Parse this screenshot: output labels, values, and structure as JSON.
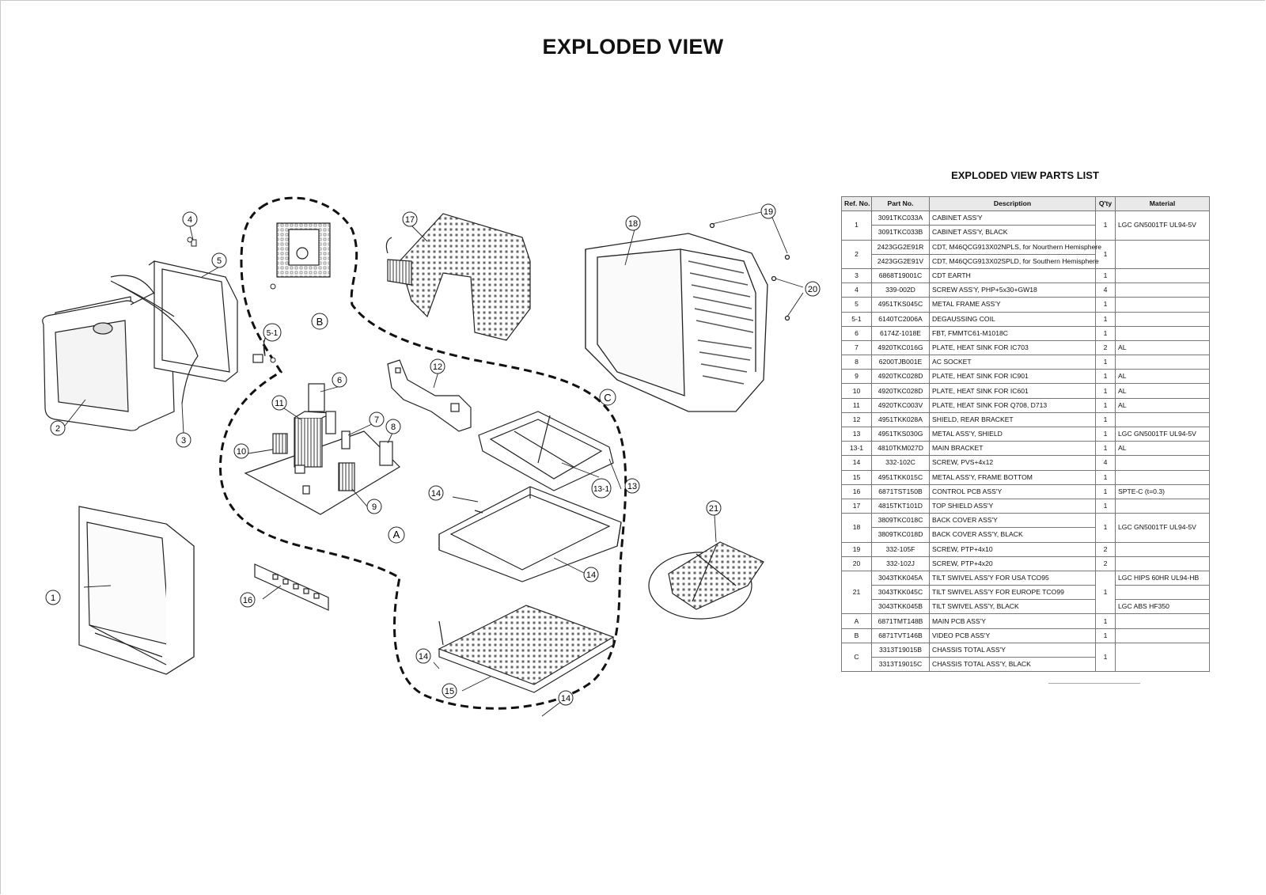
{
  "title": "EXPLODED VIEW",
  "parts_list": {
    "title": "EXPLODED VIEW PARTS LIST",
    "headers": {
      "ref": "Ref. No.",
      "part": "Part No.",
      "desc": "Description",
      "qty": "Q'ty",
      "material": "Material"
    },
    "groups": [
      {
        "ref": "1",
        "qty": "1",
        "material": "LGC GN5001TF     UL94-5V",
        "rows": [
          {
            "part": "3091TKC033A",
            "desc": "CABINET ASS'Y"
          },
          {
            "part": "3091TKC033B",
            "desc": "CABINET ASS'Y, BLACK"
          }
        ]
      },
      {
        "ref": "2",
        "qty": "1",
        "material": "",
        "rows": [
          {
            "part": "2423GG2E91R",
            "desc": "CDT, M46QCG913X02NPLS, for Nourthern Hemisphere"
          },
          {
            "part": "2423GG2E91V",
            "desc": "CDT, M46QCG913X02SPLD, for Southern Hemisphere"
          }
        ]
      },
      {
        "ref": "3",
        "qty": "1",
        "material": "",
        "rows": [
          {
            "part": "6868T19001C",
            "desc": "CDT EARTH"
          }
        ]
      },
      {
        "ref": "4",
        "qty": "4",
        "material": "",
        "rows": [
          {
            "part": "339-002D",
            "desc": "SCREW ASS'Y, PHP+5x30+GW18"
          }
        ]
      },
      {
        "ref": "5",
        "qty": "1",
        "material": "",
        "rows": [
          {
            "part": "4951TKS045C",
            "desc": "METAL FRAME ASS'Y"
          }
        ]
      },
      {
        "ref": "5-1",
        "qty": "1",
        "material": "",
        "rows": [
          {
            "part": "6140TC2006A",
            "desc": "DEGAUSSING COIL"
          }
        ]
      },
      {
        "ref": "6",
        "qty": "1",
        "material": "",
        "rows": [
          {
            "part": "6174Z-1018E",
            "desc": "FBT, FMMTC61-M1018C"
          }
        ]
      },
      {
        "ref": "7",
        "qty": "2",
        "material": "AL",
        "rows": [
          {
            "part": "4920TKC016G",
            "desc": "PLATE, HEAT SINK FOR IC703"
          }
        ]
      },
      {
        "ref": "8",
        "qty": "1",
        "material": "",
        "rows": [
          {
            "part": "6200TJB001E",
            "desc": "AC SOCKET"
          }
        ]
      },
      {
        "ref": "9",
        "qty": "1",
        "material": "AL",
        "rows": [
          {
            "part": "4920TKC028D",
            "desc": "PLATE, HEAT SINK FOR IC901"
          }
        ]
      },
      {
        "ref": "10",
        "qty": "1",
        "material": "AL",
        "rows": [
          {
            "part": "4920TKC028D",
            "desc": "PLATE, HEAT SINK FOR IC601"
          }
        ]
      },
      {
        "ref": "11",
        "qty": "1",
        "material": "AL",
        "rows": [
          {
            "part": "4920TKC003V",
            "desc": "PLATE, HEAT SINK FOR Q708, D713"
          }
        ]
      },
      {
        "ref": "12",
        "qty": "1",
        "material": "",
        "rows": [
          {
            "part": "4951TKK028A",
            "desc": "SHIELD, REAR BRACKET"
          }
        ]
      },
      {
        "ref": "13",
        "qty": "1",
        "material": "LGC GN5001TF     UL94-5V",
        "rows": [
          {
            "part": "4951TKS030G",
            "desc": "METAL ASS'Y, SHIELD"
          }
        ]
      },
      {
        "ref": "13-1",
        "qty": "1",
        "material": "AL",
        "rows": [
          {
            "part": "4810TKM027D",
            "desc": "MAIN BRACKET"
          }
        ]
      },
      {
        "ref": "14",
        "qty": "4",
        "material": "",
        "rows": [
          {
            "part": "332-102C",
            "desc": "SCREW, PVS+4x12"
          }
        ]
      },
      {
        "ref": "15",
        "qty": "1",
        "material": "",
        "rows": [
          {
            "part": "4951TKK015C",
            "desc": "METAL ASS'Y, FRAME BOTTOM"
          }
        ]
      },
      {
        "ref": "16",
        "qty": "1",
        "material": "SPTE-C (t=0.3)",
        "rows": [
          {
            "part": "6871TST150B",
            "desc": "CONTROL PCB ASS'Y"
          }
        ]
      },
      {
        "ref": "17",
        "qty": "1",
        "material": "",
        "rows": [
          {
            "part": "4815TKT101D",
            "desc": "TOP SHIELD ASS'Y"
          }
        ]
      },
      {
        "ref": "18",
        "qty": "1",
        "material": "LGC GN5001TF     UL94-5V",
        "rows": [
          {
            "part": "3809TKC018C",
            "desc": "BACK COVER ASS'Y"
          },
          {
            "part": "3809TKC018D",
            "desc": "BACK COVER ASS'Y, BLACK"
          }
        ]
      },
      {
        "ref": "19",
        "qty": "2",
        "material": "",
        "rows": [
          {
            "part": "332-105F",
            "desc": "SCREW, PTP+4x10"
          }
        ]
      },
      {
        "ref": "20",
        "qty": "2",
        "material": "",
        "rows": [
          {
            "part": "332-102J",
            "desc": "SCREW, PTP+4x20"
          }
        ]
      },
      {
        "ref": "21",
        "qty": "1",
        "material": "",
        "rows": [
          {
            "part": "3043TKK045A",
            "desc": "TILT SWIVEL ASS'Y FOR USA TCO95",
            "material": "LGC HIPS 60HR   UL94-HB"
          },
          {
            "part": "3043TKK045C",
            "desc": "TILT SWIVEL ASS'Y FOR EUROPE TCO99",
            "material": ""
          },
          {
            "part": "3043TKK045B",
            "desc": "TILT SWIVEL ASS'Y, BLACK",
            "material": "LGC ABS HF350"
          }
        ]
      },
      {
        "ref": "A",
        "qty": "1",
        "material": "",
        "rows": [
          {
            "part": "6871TMT148B",
            "desc": "MAIN PCB ASS'Y"
          }
        ]
      },
      {
        "ref": "B",
        "qty": "1",
        "material": "",
        "rows": [
          {
            "part": "6871TVT146B",
            "desc": "VIDEO PCB ASS'Y"
          }
        ]
      },
      {
        "ref": "C",
        "qty": "1",
        "material": "",
        "rows": [
          {
            "part": "3313T19015B",
            "desc": "CHASSIS TOTAL ASS'Y"
          },
          {
            "part": "3313T19015C",
            "desc": "CHASSIS TOTAL ASS'Y, BLACK"
          }
        ]
      }
    ]
  },
  "callouts": {
    "c1": "1",
    "c2": "2",
    "c3": "3",
    "c4": "4",
    "c5": "5",
    "c5_1": "5-1",
    "c6": "6",
    "c7": "7",
    "c8": "8",
    "c9": "9",
    "c10": "10",
    "c11": "11",
    "c12": "12",
    "c13": "13",
    "c13_1": "13-1",
    "c14a": "14",
    "c14b": "14",
    "c14c": "14",
    "c14d": "14",
    "c15": "15",
    "c16": "16",
    "c17": "17",
    "c18": "18",
    "c19": "19",
    "c20": "20",
    "c21": "21",
    "cA": "A",
    "cB": "B",
    "cC": "C"
  }
}
